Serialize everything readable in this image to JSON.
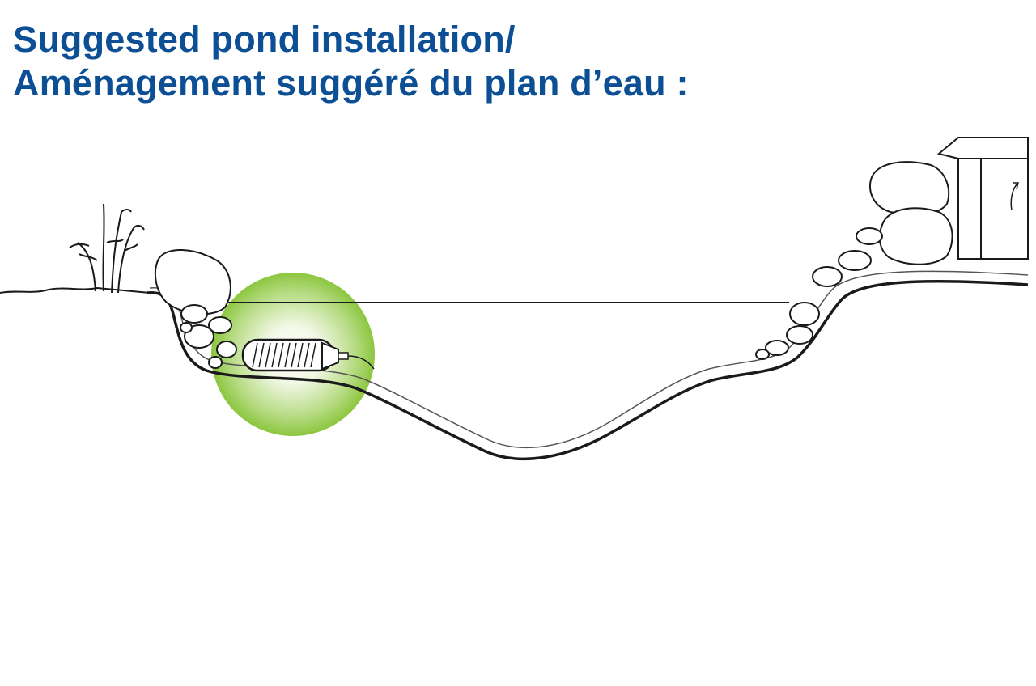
{
  "title": {
    "line1": "Suggested pond installation/",
    "line2": "Aménagement suggéré du plan d’eau :"
  },
  "colors": {
    "title": "#0d4f95",
    "highlight_center": "#f2f8e6",
    "highlight_edge": "#8cc63f",
    "line": "#1a1a1a"
  },
  "diagram": {
    "elements": [
      "ground-line",
      "reeds",
      "pond-liner",
      "water-line",
      "edge-rocks",
      "pump-filter",
      "highlight-circle",
      "waterfall-box"
    ]
  }
}
